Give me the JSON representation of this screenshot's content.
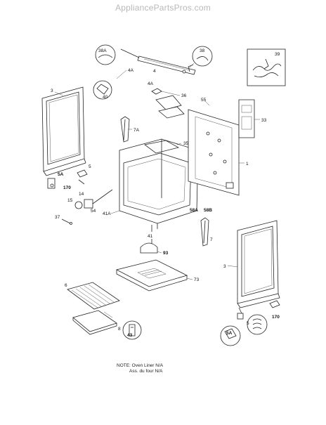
{
  "watermark": "AppliancePartsPros.com",
  "note": {
    "line1": "NOTE: Oven Liner N/A",
    "line2": "Ass. du four N/A"
  },
  "labels": {
    "l38A": "38A",
    "l4": "4",
    "l38": "38",
    "l39": "39",
    "l4A_a": "4A",
    "l4A_b": "4A",
    "l40": "40",
    "l36": "36",
    "l3_top": "3",
    "l55": "55",
    "l33": "33",
    "l7A": "7A",
    "l35": "35",
    "l1": "1",
    "l5_a": "5",
    "l5A_a": "5A",
    "l170_a": "170",
    "l14": "14",
    "l15": "15",
    "l54": "54",
    "l41A": "41A",
    "l37": "37",
    "l58A": "58A",
    "l58B": "58B",
    "l41": "41",
    "l7": "7",
    "l93": "93",
    "l3_bot": "3",
    "l73": "73",
    "l6": "6",
    "l8": "8",
    "l43": "43",
    "l5A_b": "5A",
    "l5_b": "5",
    "l170_b": "170"
  }
}
